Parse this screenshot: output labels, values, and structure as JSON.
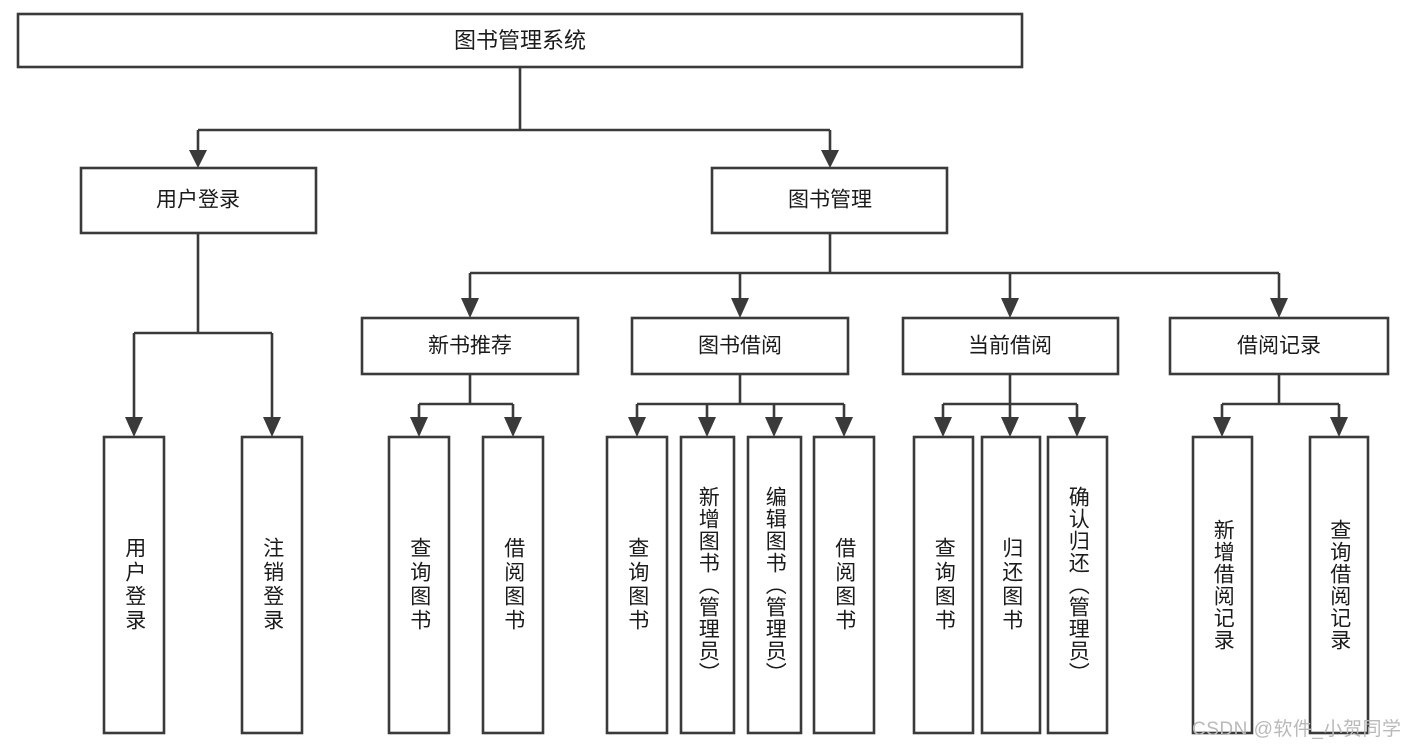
{
  "diagram": {
    "type": "tree",
    "title": "图书管理系统",
    "orientation": "top-down",
    "colors": {
      "stroke": "#3a3a3a",
      "fill": "#ffffff",
      "text": "#1b1b1b",
      "watermark": "#b9b9b9",
      "background": "#ffffff"
    },
    "root": {
      "label": "图书管理系统"
    },
    "level2": [
      {
        "label": "用户登录"
      },
      {
        "label": "图书管理"
      }
    ],
    "level3": [
      {
        "label": "新书推荐"
      },
      {
        "label": "图书借阅"
      },
      {
        "label": "当前借阅"
      },
      {
        "label": "借阅记录"
      }
    ],
    "leaves": {
      "user_login": [
        {
          "label": "用户登录"
        },
        {
          "label": "注销登录"
        }
      ],
      "new_book_recommend": [
        {
          "label": "查询图书"
        },
        {
          "label": "借阅图书"
        }
      ],
      "book_borrow": [
        {
          "label": "查询图书"
        },
        {
          "label": "新增图书（管理员）"
        },
        {
          "label": "编辑图书（管理员）"
        },
        {
          "label": "借阅图书"
        }
      ],
      "current_borrow": [
        {
          "label": "查询图书"
        },
        {
          "label": "归还图书"
        },
        {
          "label": "确认归还（管理员）"
        }
      ],
      "borrow_record": [
        {
          "label": "新增借阅记录"
        },
        {
          "label": "查询借阅记录"
        }
      ]
    }
  },
  "watermark": {
    "text": "CSDN @软件_小贺同学"
  }
}
